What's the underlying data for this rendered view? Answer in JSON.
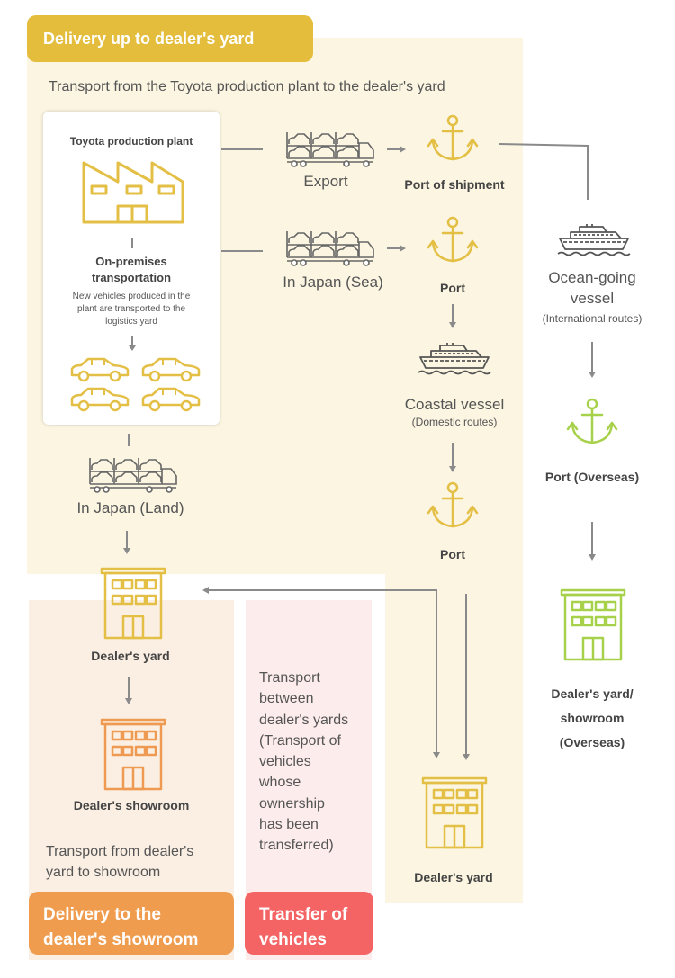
{
  "sections": {
    "yard_title": "Delivery up to dealer's yard",
    "yard_subtitle": "Transport from the Toyota production plant to the dealer's yard",
    "showroom_title_1": "Delivery to the",
    "showroom_title_2": "dealer's showroom",
    "showroom_desc_1": "Transport from dealer's",
    "showroom_desc_2": "yard to showroom",
    "transfer_title_1": "Transfer of",
    "transfer_title_2": "vehicles",
    "transfer_desc": [
      "Transport",
      "between",
      "dealer's yards",
      "(Transport of",
      "vehicles",
      "whose",
      "ownership",
      "has been",
      "transferred)"
    ]
  },
  "plant": {
    "title": "Toyota production plant",
    "onprem_1": "On-premises",
    "onprem_2": "transportation",
    "desc_1": "New vehicles produced in the",
    "desc_2": "plant are transported to the",
    "desc_3": "logistics yard"
  },
  "nodes": {
    "export": "Export",
    "port_shipment": "Port of shipment",
    "in_japan_sea": "In Japan (Sea)",
    "port_1": "Port",
    "coastal_1": "Coastal vessel",
    "coastal_2": "(Domestic routes)",
    "port_2": "Port",
    "ocean_1": "Ocean-going",
    "ocean_2": "vessel",
    "ocean_3": "(International routes)",
    "port_overseas": "Port (Overseas)",
    "overseas_1": "Dealer's yard/",
    "overseas_2": "showroom",
    "overseas_3": "(Overseas)",
    "in_japan_land": "In Japan (Land)",
    "dealers_yard_left": "Dealer's yard",
    "dealers_showroom": "Dealer's showroom",
    "dealers_yard_right": "Dealer's yard"
  },
  "colors": {
    "yellow_header": "#e3bd3b",
    "icon_yellow": "#e4bf45",
    "icon_green": "#a8d14b",
    "icon_orange": "#ef9a52",
    "showroom_header": "#ef9c4f",
    "transfer_header": "#f46464",
    "yard_bg": "#fbf5e1",
    "showroom_bg": "#fbefe3",
    "transfer_bg": "#fdecec"
  }
}
